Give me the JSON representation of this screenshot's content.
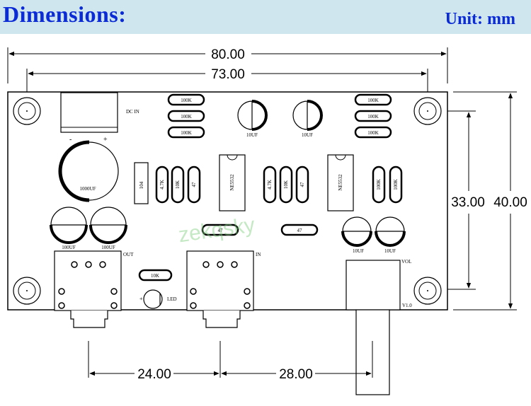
{
  "header": {
    "title": "Dimensions:",
    "unit": "Unit: mm"
  },
  "dimensions": {
    "overall_width": "80.00",
    "hole_spacing_x": "73.00",
    "hole_spacing_y": "33.00",
    "overall_height": "40.00",
    "jack_spacing": "24.00",
    "jack_to_pot": "28.00"
  },
  "labels": {
    "dc_in": "DC IN",
    "r_100k": "100K",
    "cap_10uf": "10UF",
    "cap_1000uf": "1000UF",
    "cap_100uf": "100UF",
    "cap_104": "104",
    "r_4_7k": "4.7K",
    "r_10k": "10K",
    "r_47": "47",
    "ic": "NE5532",
    "out": "OUT",
    "in": "IN",
    "led": "LED",
    "vol": "VOL",
    "pot": "V1.0",
    "plus": "+",
    "minus": "-"
  },
  "watermark": "zekqsky"
}
